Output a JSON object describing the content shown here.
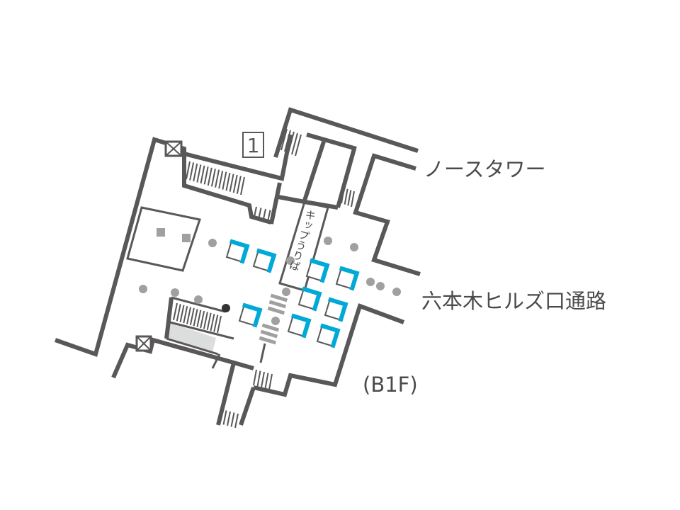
{
  "map": {
    "exit_number": "1",
    "destinations": {
      "north_tower": "ノースタワー",
      "roppongi_hills_passage": "六本木ヒルズ口通路"
    },
    "floor": "(B1F)",
    "ticket_office": "キップうりば"
  },
  "colors": {
    "wall": "#595757",
    "ticket_machine": "#00a9d6",
    "pillar": "#a0a0a0",
    "escalator_fill": "#dcdddd"
  }
}
